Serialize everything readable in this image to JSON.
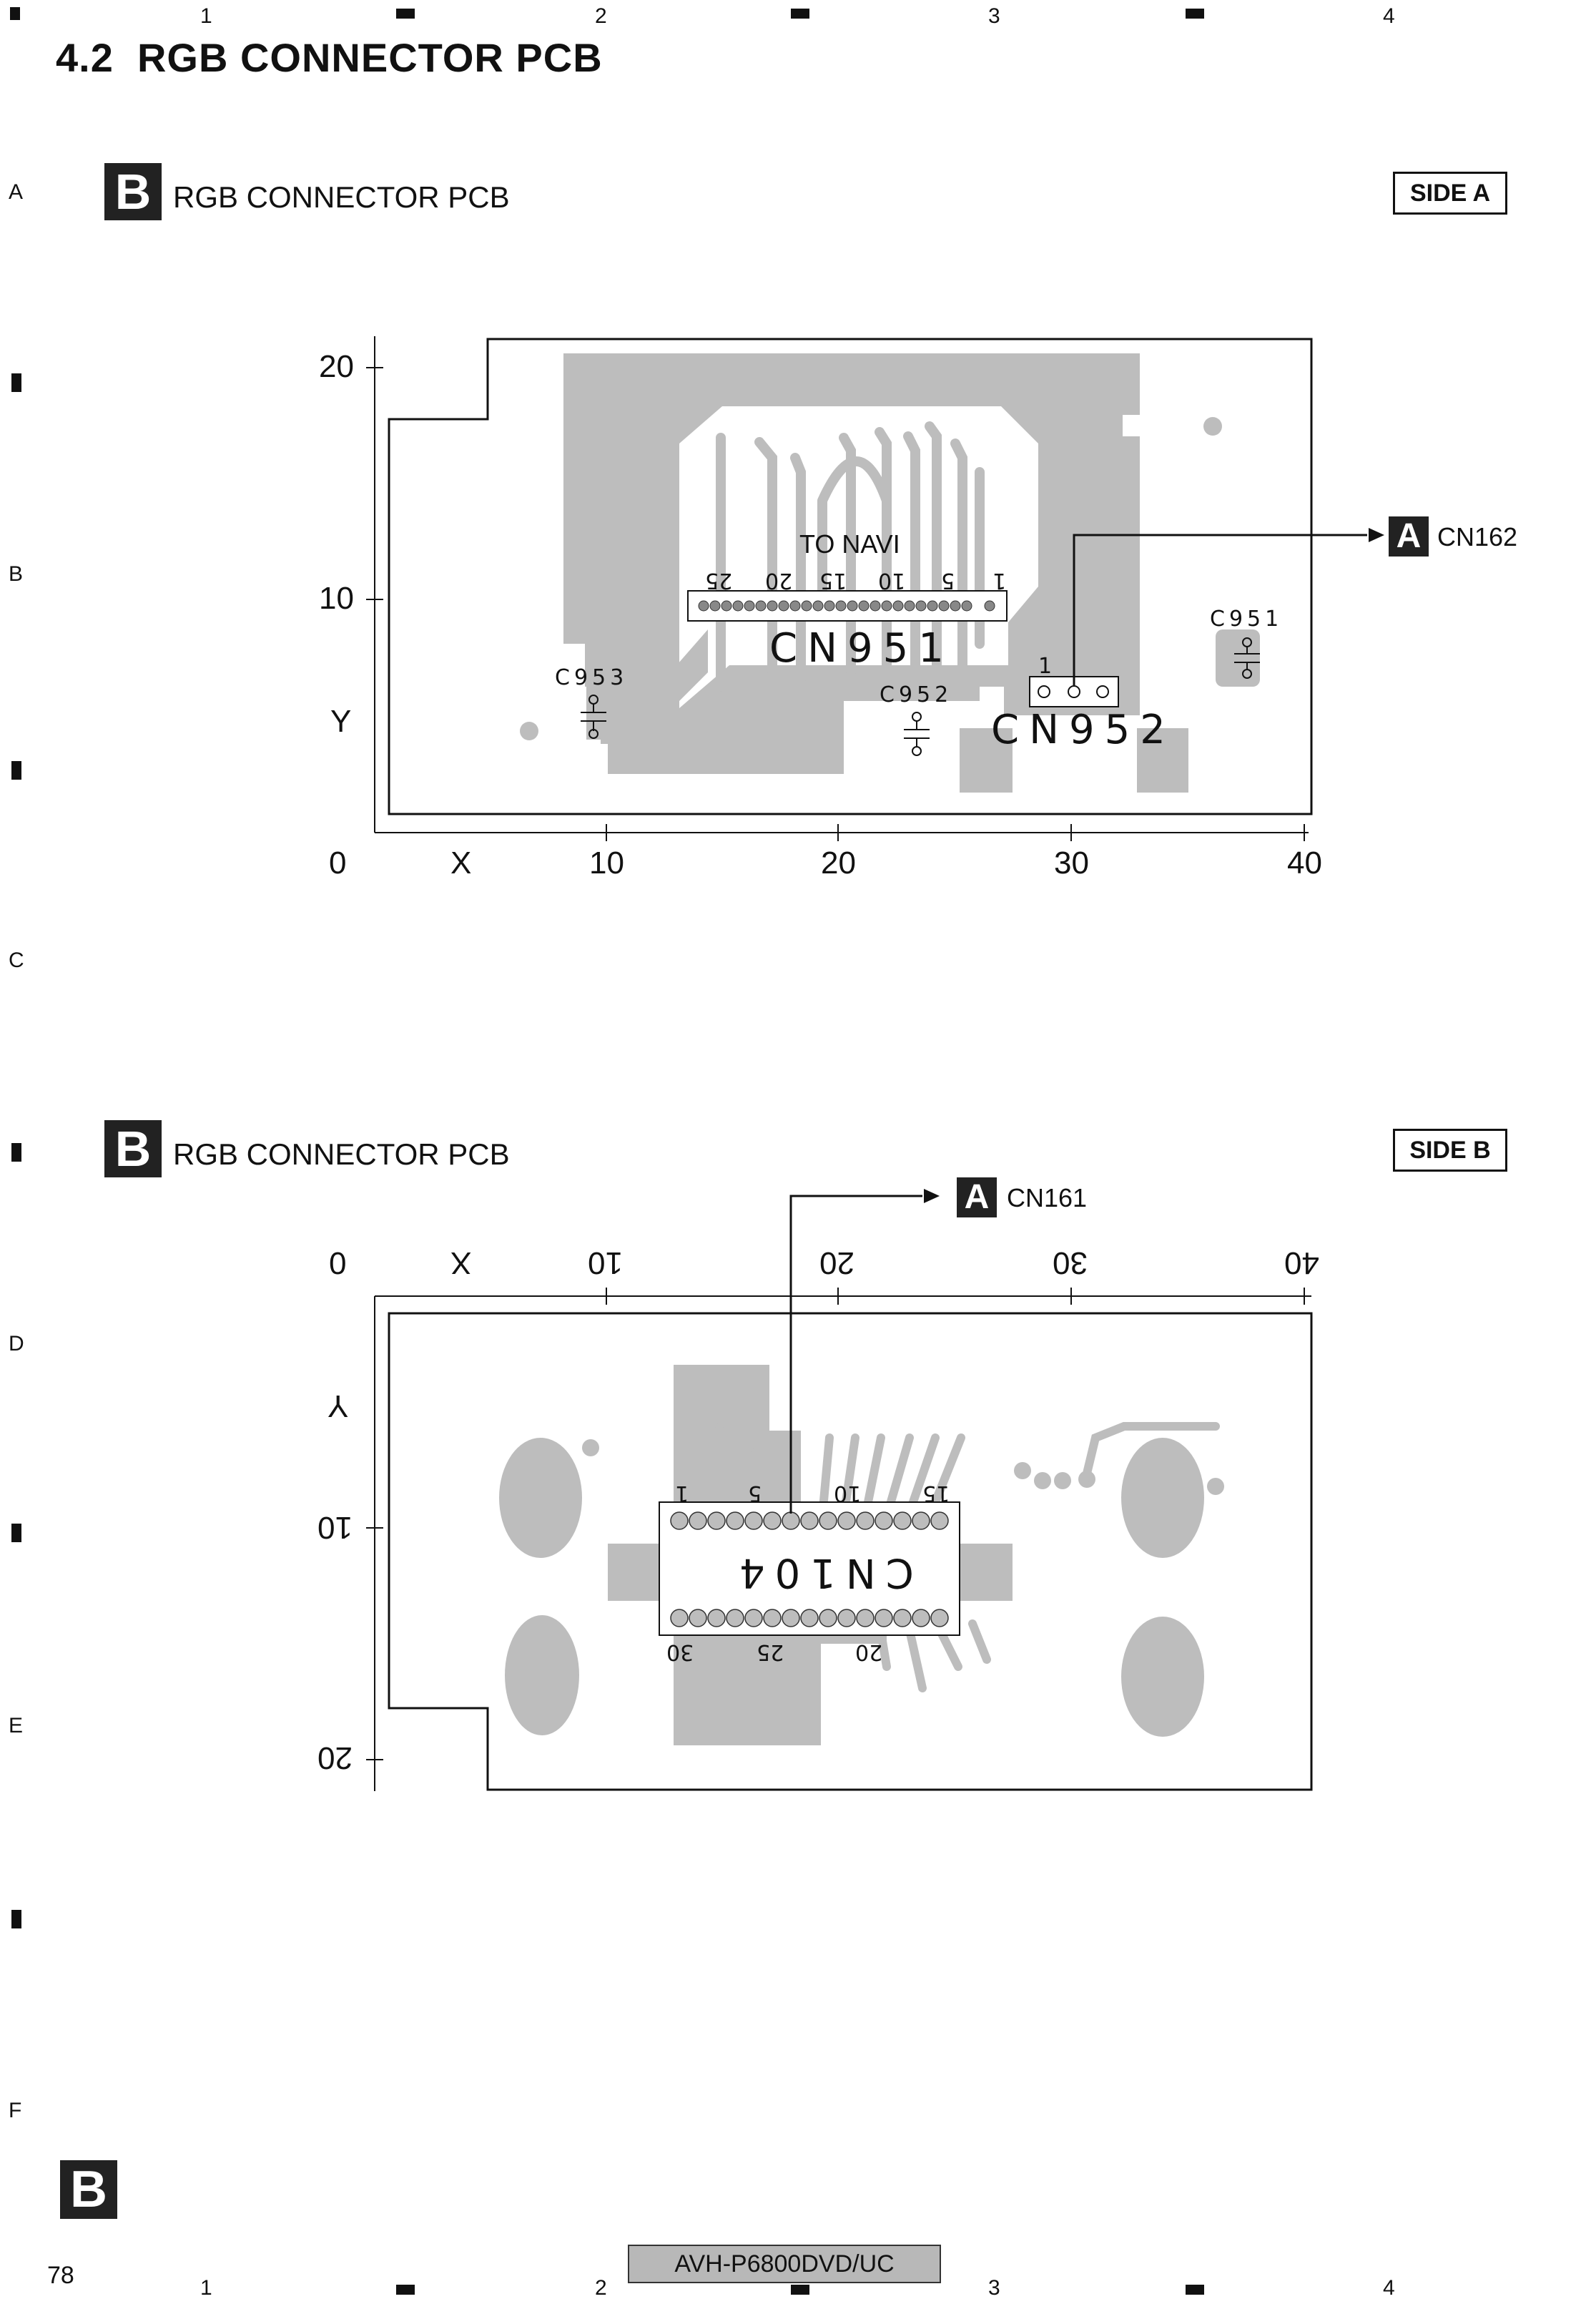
{
  "page": {
    "title": "4.2  RGB CONNECTOR PCB",
    "page_number": "78",
    "model": "AVH-P6800DVD/UC",
    "footer_letter": "B"
  },
  "grid": {
    "columns": [
      "1",
      "2",
      "3",
      "4"
    ],
    "rows": [
      "A",
      "B",
      "C",
      "D",
      "E",
      "F"
    ]
  },
  "side_a": {
    "board_letter": "B",
    "board_name": "RGB CONNECTOR PCB",
    "side_label": "SIDE A",
    "axis": {
      "origin": "0",
      "x_label": "X",
      "y_label": "Y",
      "x_ticks": [
        "10",
        "20",
        "30",
        "40"
      ],
      "y_ticks": [
        "20",
        "10"
      ]
    },
    "to_navi": "TO NAVI",
    "cn951": {
      "label": "CN951",
      "pins": [
        "25",
        "20",
        "15",
        "10",
        "5",
        "1"
      ]
    },
    "cn952": {
      "label": "CN952",
      "pin1": "1"
    },
    "caps": [
      "C953",
      "C952",
      "C951"
    ],
    "link": {
      "letter": "A",
      "target": "CN162"
    }
  },
  "side_b": {
    "board_letter": "B",
    "board_name": "RGB CONNECTOR PCB",
    "side_label": "SIDE B",
    "axis": {
      "origin": "0",
      "x_label": "X",
      "y_label": "Y",
      "x_ticks": [
        "10",
        "20",
        "30",
        "40"
      ],
      "y_ticks": [
        "10",
        "20"
      ]
    },
    "cn104": {
      "label": "CN104",
      "top_pins": [
        "1",
        "5",
        "10",
        "15"
      ],
      "bottom_pins": [
        "30",
        "25",
        "20"
      ]
    },
    "link": {
      "letter": "A",
      "target": "CN161"
    }
  }
}
